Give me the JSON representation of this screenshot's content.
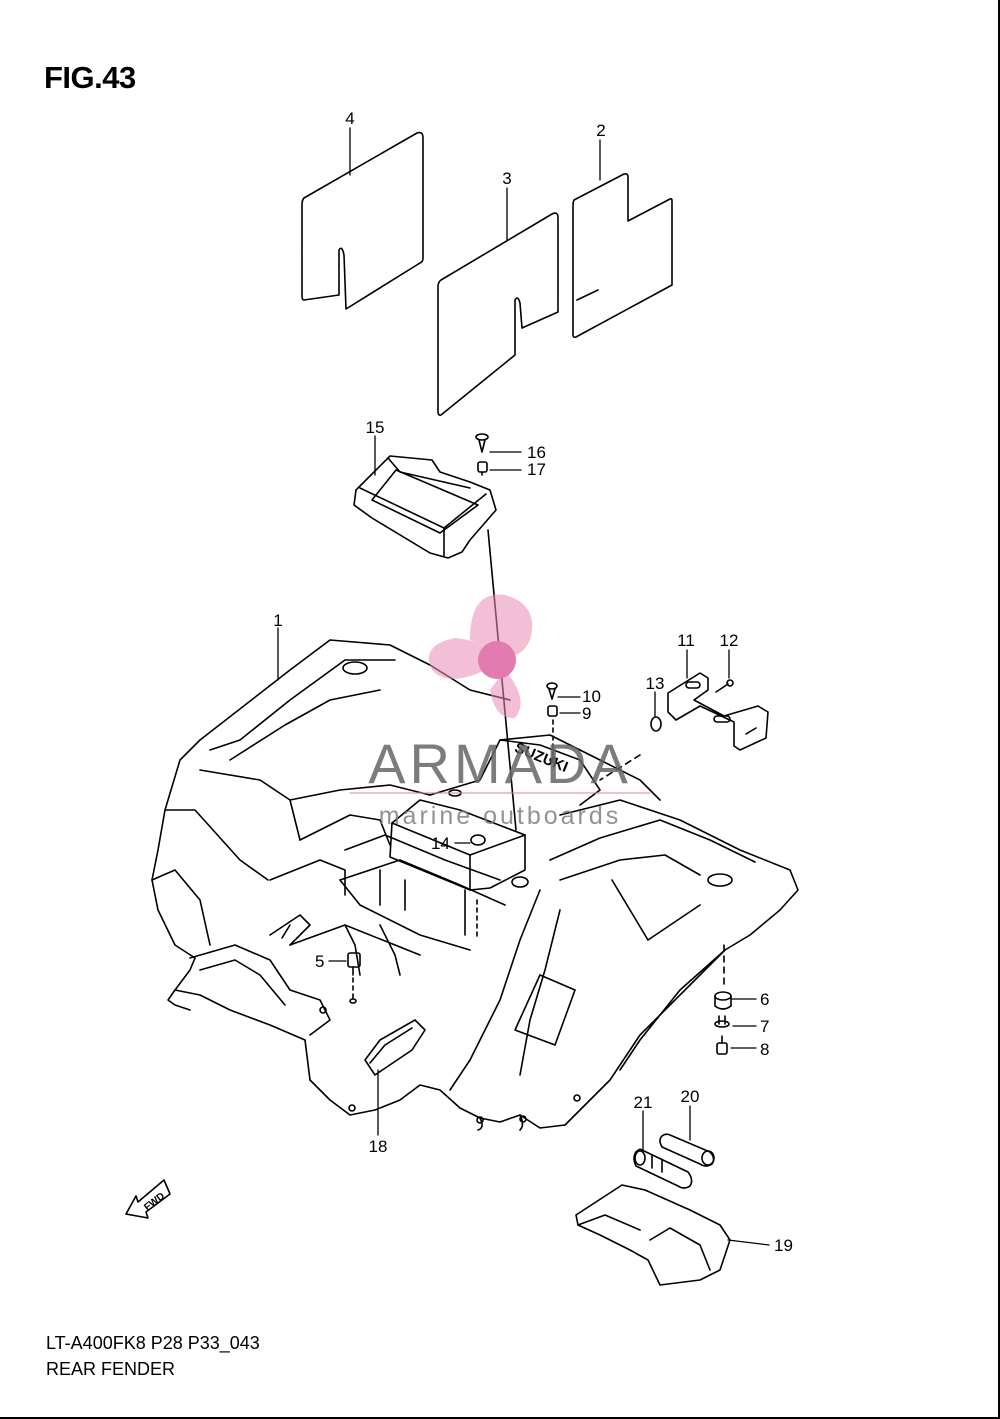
{
  "figure": {
    "title": "FIG.43",
    "model_code": "LT-A400FK8 P28 P33_043",
    "section_name": "REAR FENDER"
  },
  "callouts": [
    "1",
    "2",
    "3",
    "4",
    "5",
    "6",
    "7",
    "8",
    "9",
    "10",
    "11",
    "12",
    "13",
    "14",
    "15",
    "16",
    "17",
    "18",
    "19",
    "20",
    "21"
  ],
  "watermark": {
    "brand": "ARMADA",
    "tagline": "marine outboards",
    "logo_color": "#e78ab7"
  },
  "embossed_text": {
    "fender_brand": "SUZUKI",
    "fwd_arrow": "FWD"
  },
  "colors": {
    "line": "#000000",
    "background": "#ffffff",
    "watermark_text": "#666666"
  }
}
